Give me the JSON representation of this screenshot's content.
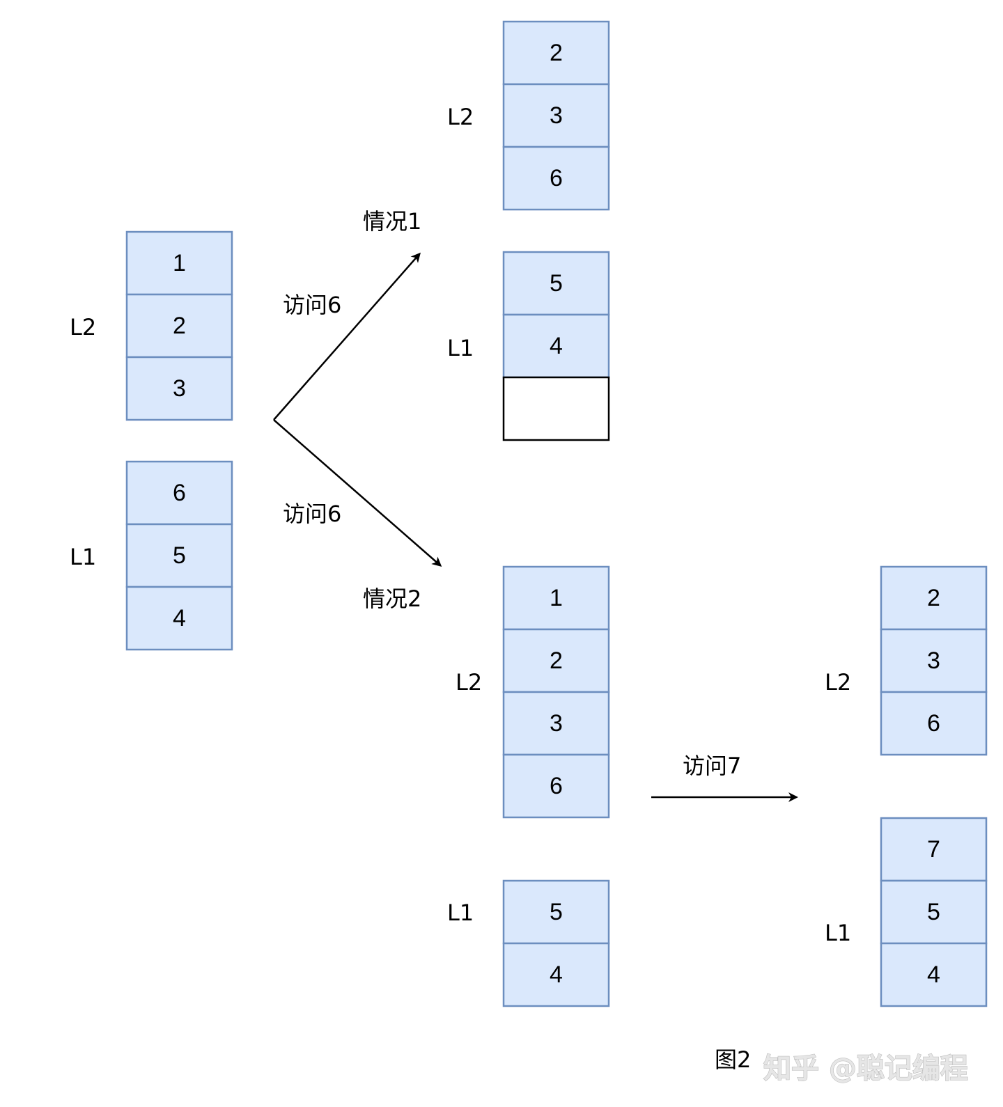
{
  "colors": {
    "cell_fill": "#dae8fc",
    "cell_stroke": "#6c8ebf",
    "empty_stroke": "#000000",
    "arrow": "#000000"
  },
  "initial": {
    "l2_label": "L2",
    "l2_cells": [
      "1",
      "2",
      "3"
    ],
    "l1_label": "L1",
    "l1_cells": [
      "6",
      "5",
      "4"
    ]
  },
  "edges": {
    "access6_top": "访问6",
    "case1": "情况1",
    "access6_bottom": "访问6",
    "case2": "情况2",
    "access7": "访问7"
  },
  "case1_state": {
    "l2_label": "L2",
    "l2_cells": [
      "2",
      "3",
      "6"
    ],
    "l1_label": "L1",
    "l1_cells": [
      "5",
      "4",
      ""
    ]
  },
  "case2_state": {
    "l2_label": "L2",
    "l2_cells": [
      "1",
      "2",
      "3",
      "6"
    ],
    "l1_label": "L1",
    "l1_cells": [
      "5",
      "4"
    ]
  },
  "after7_state": {
    "l2_label": "L2",
    "l2_cells": [
      "2",
      "3",
      "6"
    ],
    "l1_label": "L1",
    "l1_cells": [
      "7",
      "5",
      "4"
    ]
  },
  "caption": "图2",
  "watermark": "知乎 @聪记编程"
}
